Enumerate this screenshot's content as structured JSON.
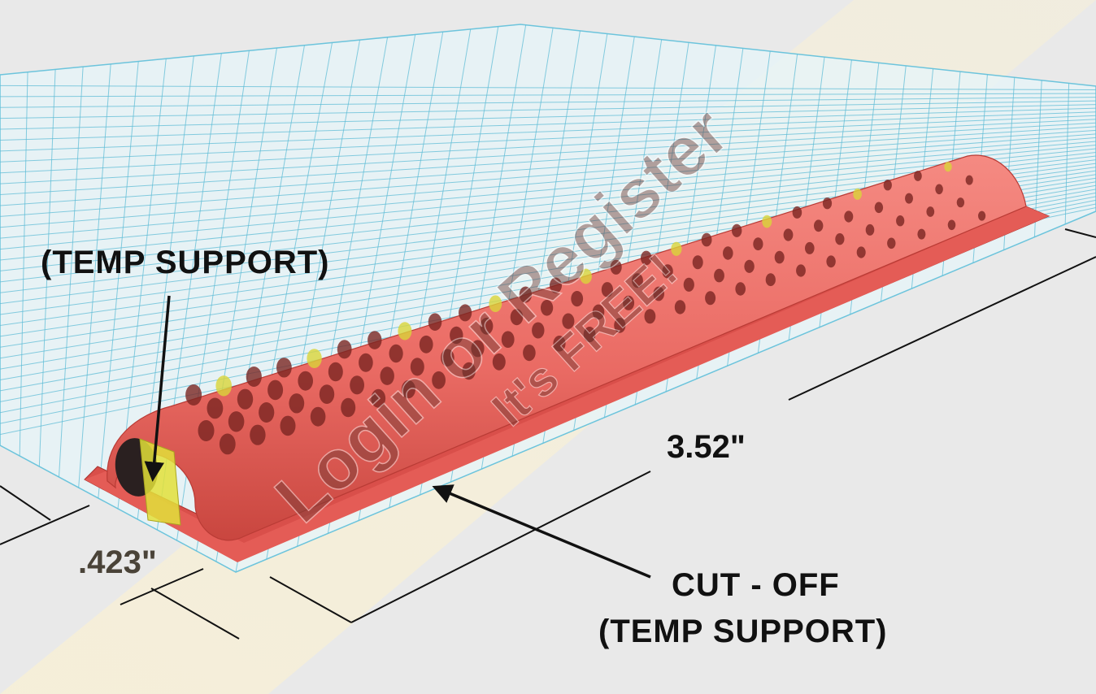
{
  "annotations": {
    "temp_support_top": "(TEMP SUPPORT)",
    "dimension_length": "3.52\"",
    "dimension_width": ".423\"",
    "cutoff_line1": "CUT - OFF",
    "cutoff_line2": "(TEMP SUPPORT)"
  },
  "watermark": {
    "line1": "Login or Register",
    "line2": "It's FREE!"
  },
  "colors": {
    "background": "#e9e9e9",
    "grid_plane": "#e6f4f8",
    "grid_line": "#5fbcd6",
    "part_red": "#e8625e",
    "part_dark": "#b83a36",
    "support_yellow": "#e2e03a",
    "dimension_line": "#111111",
    "watermark": "#7a4a44",
    "highlight_band": "#f4ecd6"
  },
  "icons": {
    "pointer_top": "arrow-down-icon",
    "pointer_bottom": "arrow-left-icon"
  }
}
